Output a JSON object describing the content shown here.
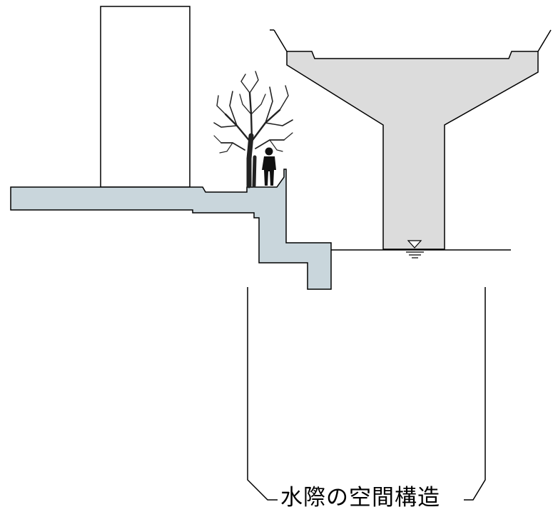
{
  "caption": "水際の空間構造",
  "colors": {
    "line": "#000000",
    "embankment_fill": "#c9d6dc",
    "bridge_fill": "#dcdcdc",
    "building_fill": "#ffffff",
    "silhouette": "#111111"
  },
  "icons": {
    "water_level": "inverted-triangle-water-level-icon",
    "tree": "tree-silhouette",
    "person": "person-silhouette"
  }
}
